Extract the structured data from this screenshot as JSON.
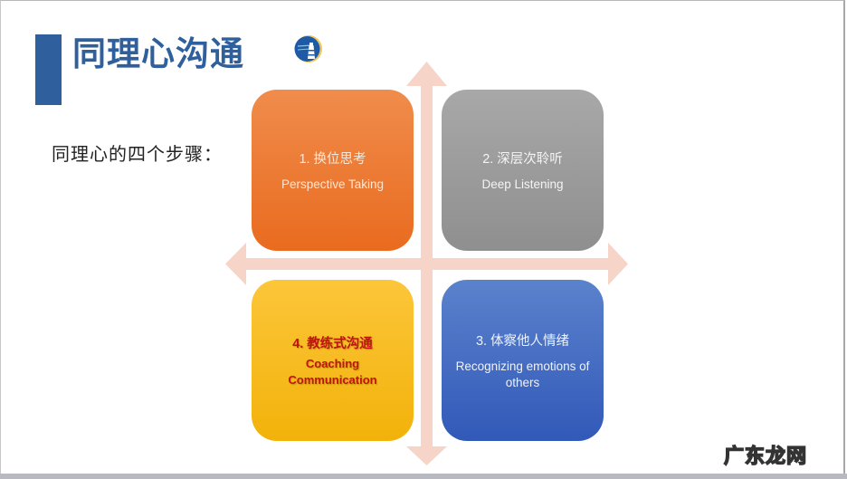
{
  "slide": {
    "title": "同理心沟通",
    "subtitle": "同理心的四个步骤：",
    "logo_icon": "lighthouse-logo-icon"
  },
  "quadrants": [
    {
      "position": "top-left",
      "cn": "1. 换位思考",
      "en": "Perspective Taking",
      "color": "#ec7a30"
    },
    {
      "position": "top-right",
      "cn": "2. 深层次聆听",
      "en": "Deep Listening",
      "color": "#9b9b9b"
    },
    {
      "position": "bottom-right",
      "cn": "3. 体察他人情绪",
      "en": "Recognizing emotions of others",
      "color": "#4470c4"
    },
    {
      "position": "bottom-left",
      "cn": "4. 教练式沟通",
      "en": "Coaching Communication",
      "color": "#f8bc20",
      "text_color": "#c0150f"
    }
  ],
  "axes": {
    "color": "#f6d4c8",
    "directions": [
      "up",
      "down",
      "left",
      "right"
    ]
  },
  "watermark": "广东龙网",
  "colors": {
    "title_blue": "#2f5f9c"
  }
}
